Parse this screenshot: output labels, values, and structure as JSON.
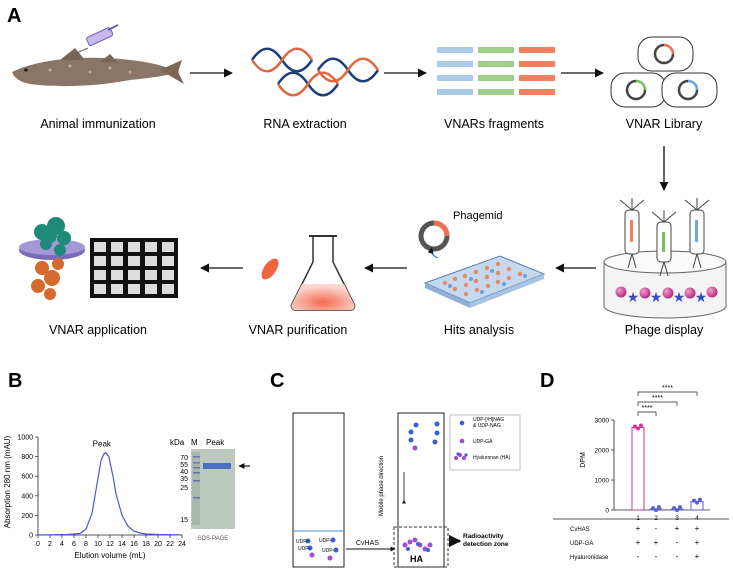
{
  "panels": {
    "a": "A",
    "b": "B",
    "c": "C",
    "d": "D"
  },
  "workflow": {
    "steps": [
      "Animal immunization",
      "RNA extraction",
      "VNARs fragments",
      "VNAR Library",
      "Phage display",
      "Hits analysis",
      "VNAR purification",
      "VNAR application"
    ],
    "phagemid_label": "Phagemid"
  },
  "panel_b": {
    "chart_data": {
      "type": "line",
      "xlabel": "Elution volume (mL)",
      "ylabel": "Absorption 280 nm (mAU)",
      "xlim": [
        0,
        24
      ],
      "ylim": [
        0,
        1000
      ],
      "x_ticks": [
        "0",
        "2",
        "4",
        "6",
        "8",
        "10",
        "12",
        "14",
        "16",
        "18",
        "20",
        "22",
        "24"
      ],
      "y_ticks": [
        "0",
        "200",
        "400",
        "600",
        "800",
        "1000"
      ],
      "annotation": "Peak",
      "series": [
        {
          "x": [
            0,
            5,
            7,
            8,
            9,
            10,
            10.5,
            11,
            11.3,
            11.8,
            12.5,
            13,
            14,
            15,
            16,
            17,
            18,
            20,
            22,
            24
          ],
          "y": [
            0,
            5,
            15,
            60,
            220,
            580,
            760,
            830,
            840,
            800,
            600,
            420,
            200,
            90,
            40,
            20,
            10,
            5,
            3,
            2
          ]
        }
      ]
    },
    "gel": {
      "header_kda": "kDa",
      "header_m": "M",
      "header_peak": "Peak",
      "markers": [
        "70",
        "55",
        "40",
        "35",
        "25",
        "15"
      ],
      "caption": "SDS-PAGE"
    }
  },
  "panel_c": {
    "cvhas_label": "CvHAS",
    "mobile_phase": "Mobile phase direction",
    "ha_label": "HA",
    "radioactivity_label": "Radioactivity\ndetection zone",
    "legend": [
      "UDP-[³H]NAG\n& UDP-NAG",
      "UDP-GA",
      "Hyaluronan (HA)"
    ],
    "spot_labels": [
      "UDP-",
      "UDP-",
      "UDP-",
      "UDP-"
    ]
  },
  "panel_d": {
    "chart_data": {
      "type": "bar",
      "ylabel": "DPM",
      "ylim": [
        0,
        3000
      ],
      "y_ticks": [
        "0",
        "1000",
        "2000",
        "3000"
      ],
      "categories": [
        "1",
        "2",
        "3",
        "4"
      ],
      "values": [
        2750,
        30,
        30,
        280
      ],
      "colors": [
        "#d6338f",
        "#5b5fd6",
        "#5b5fd6",
        "#5b5fd6"
      ],
      "significance": [
        "****",
        "****",
        "****"
      ],
      "conditions": [
        {
          "name": "CvHAS",
          "marks": [
            "+",
            "-",
            "+",
            "+"
          ]
        },
        {
          "name": "UDP-GA",
          "marks": [
            "+",
            "+",
            "-",
            "+"
          ]
        },
        {
          "name": "Hyaluronidase",
          "marks": [
            "-",
            "-",
            "-",
            "+"
          ]
        }
      ]
    }
  }
}
